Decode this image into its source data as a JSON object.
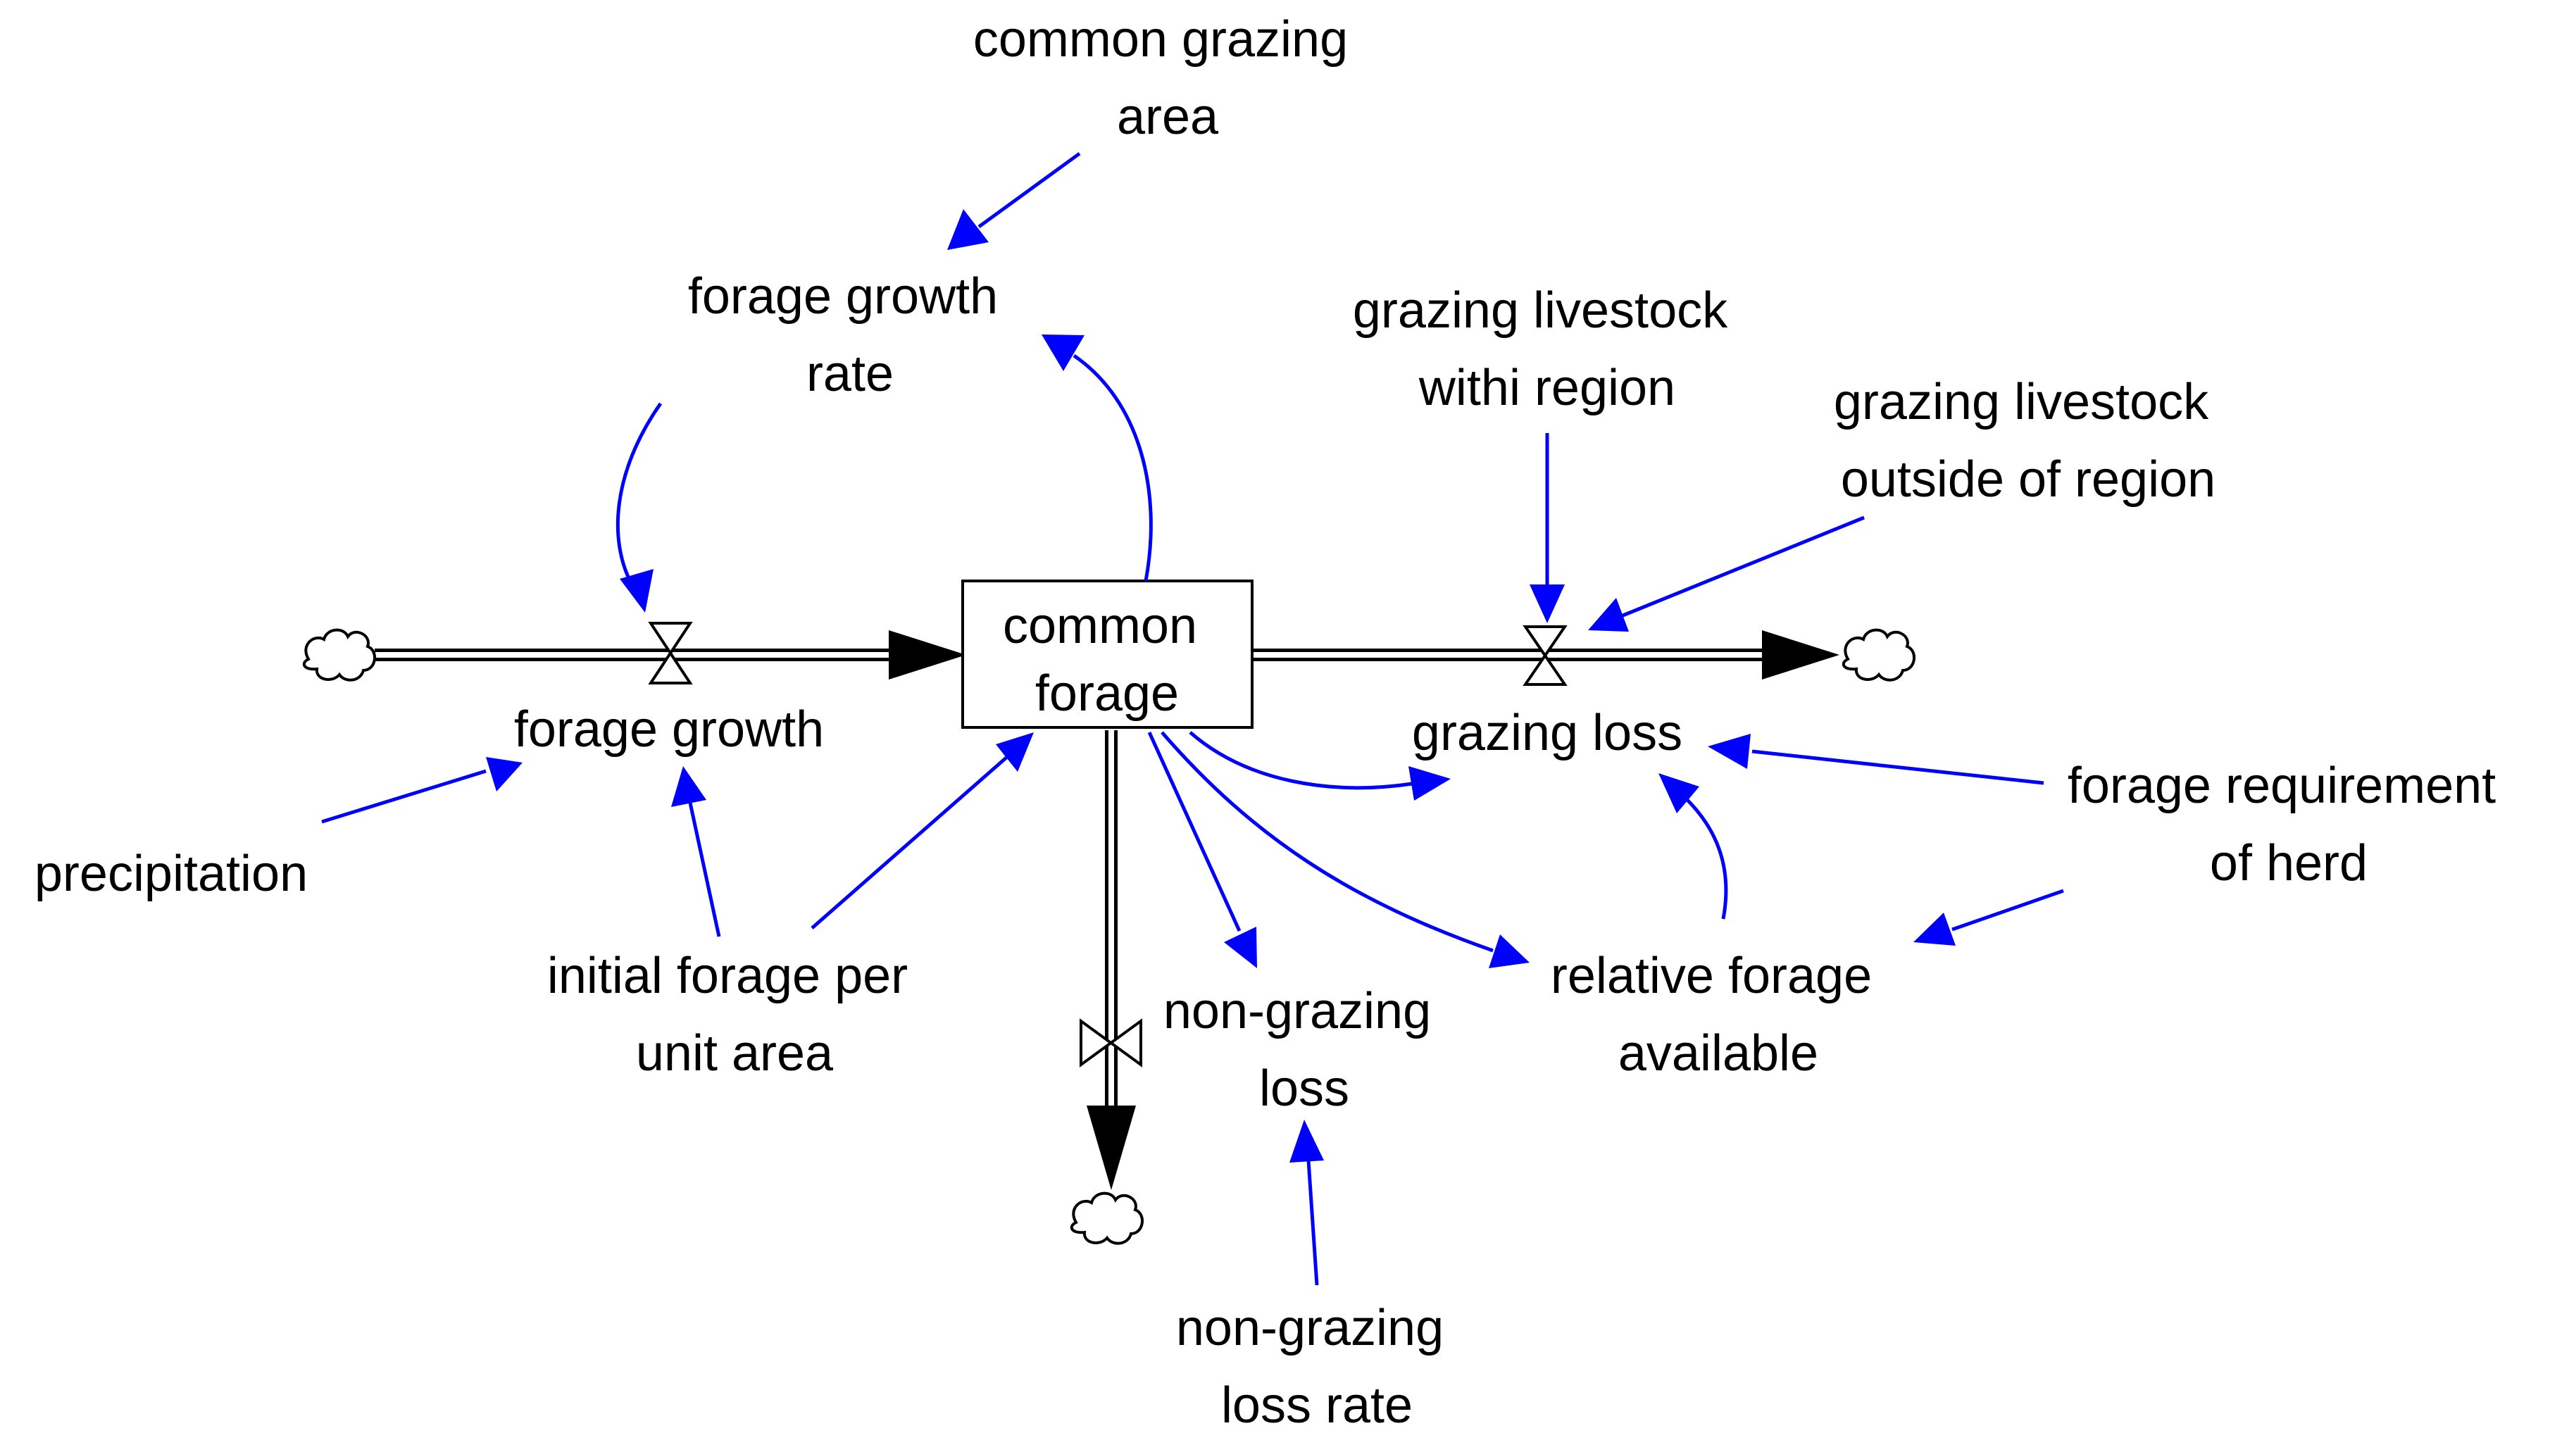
{
  "stock": {
    "common_forage": [
      "common",
      "forage"
    ]
  },
  "flows": {
    "forage_growth": [
      "forage growth"
    ],
    "grazing_loss": [
      "grazing loss"
    ],
    "non_grazing_loss": [
      "non-grazing",
      "loss"
    ]
  },
  "variables": {
    "common_grazing_area": [
      "common grazing",
      "area"
    ],
    "forage_growth_rate": [
      "forage growth",
      "rate"
    ],
    "grazing_livestock_within": [
      "grazing livestock",
      "withi region"
    ],
    "grazing_livestock_outside": [
      "grazing livestock",
      "outside of region"
    ],
    "precipitation": [
      "precipitation"
    ],
    "initial_forage": [
      "initial forage per",
      "unit area"
    ],
    "forage_requirement": [
      "forage requirement",
      "of herd"
    ],
    "relative_forage": [
      "relative forage",
      "available"
    ],
    "non_grazing_loss_rate": [
      "non-grazing",
      "loss rate"
    ]
  },
  "colors": {
    "link": "#0000ff",
    "flow": "#000000",
    "text": "#000000",
    "background": "#ffffff"
  },
  "icons": {
    "source_sink": "cloud-icon",
    "valve": "valve-icon"
  }
}
